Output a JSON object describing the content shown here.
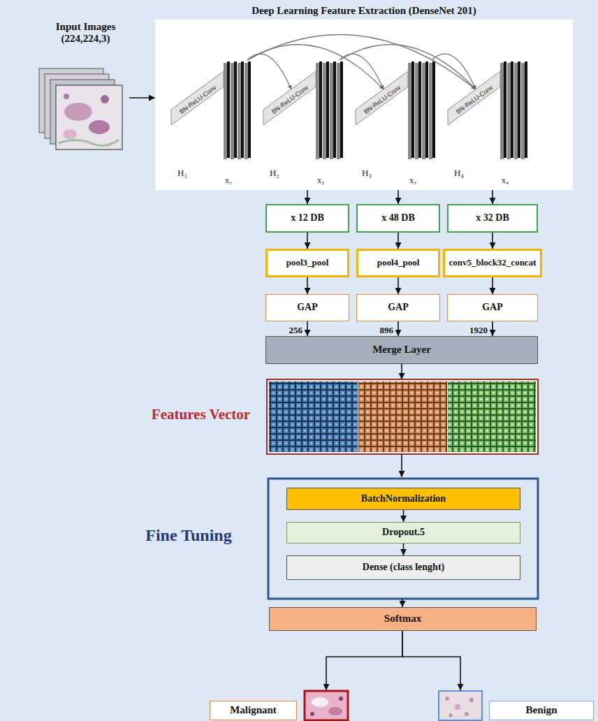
{
  "diagram": {
    "nodes": [
      {
        "text": [
          "Input Images (224,224,3)"
        ]
      },
      {
        "text": [
          "Deep Learning Feature Extraction (DenseNet 201)"
        ]
      },
      {
        "text": [
          "x 12 DB"
        ]
      },
      {
        "text": [
          "x 48 DB"
        ]
      },
      {
        "text": [
          "x 32 DB"
        ]
      },
      {
        "text": [
          "pool3_pool"
        ]
      },
      {
        "text": [
          "pool4_pool"
        ]
      },
      {
        "text": [
          "conv5_block32_concat"
        ]
      },
      {
        "text": [
          "GAP"
        ]
      },
      {
        "text": [
          "GAP"
        ]
      },
      {
        "text": [
          "GAP"
        ]
      },
      {
        "text": [
          "Merge Layer"
        ]
      },
      {
        "text": [
          "Features Vector"
        ]
      },
      {
        "text": [
          "Fine Tuning"
        ]
      },
      {
        "text": [
          "BatchNormalization"
        ],
        "in": 13
      },
      {
        "text": [
          "Dropout.5"
        ],
        "in": 13
      },
      {
        "text": [
          "Dense (class lenght)"
        ],
        "in": 13
      },
      {
        "text": [
          "Softmax"
        ]
      },
      {
        "text": [
          "Malignant"
        ]
      },
      {
        "text": [
          "Benign"
        ]
      }
    ],
    "edges": [
      {
        "from": 0,
        "to": 1,
        "arrow": "to"
      },
      {
        "from": 1,
        "to": 2,
        "arrow": "to"
      },
      {
        "from": 1,
        "to": 3,
        "arrow": "to"
      },
      {
        "from": 1,
        "to": 4,
        "arrow": "to"
      },
      {
        "from": 2,
        "to": 5,
        "arrow": "to"
      },
      {
        "from": 3,
        "to": 6,
        "arrow": "to"
      },
      {
        "from": 4,
        "to": 7,
        "arrow": "to"
      },
      {
        "from": 5,
        "to": 8,
        "arrow": "to"
      },
      {
        "from": 6,
        "to": 9,
        "arrow": "to"
      },
      {
        "from": 7,
        "to": 10,
        "arrow": "to"
      },
      {
        "from": 8,
        "to": 11,
        "label": "256",
        "arrow": "to"
      },
      {
        "from": 9,
        "to": 11,
        "label": "896",
        "arrow": "to"
      },
      {
        "from": 10,
        "to": 11,
        "label": "1920",
        "arrow": "to"
      },
      {
        "from": 11,
        "to": 12,
        "arrow": "to"
      },
      {
        "from": 12,
        "to": 13,
        "arrow": "to"
      },
      {
        "from": 14,
        "to": 15,
        "arrow": "to"
      },
      {
        "from": 15,
        "to": 16,
        "arrow": "to"
      },
      {
        "from": 13,
        "to": 17,
        "arrow": "to"
      },
      {
        "from": 17,
        "to": 18,
        "arrow": "to"
      },
      {
        "from": 17,
        "to": 19,
        "arrow": "to"
      }
    ],
    "labels": [
      "BN-ReLU-Conv",
      "BN-ReLU-Conv",
      "BN-ReLU-Conv",
      "BN-ReLU-Conv",
      "H₁",
      "x₁",
      "H₂",
      "x₂",
      "H₃",
      "x₃",
      "H₄",
      "x₄"
    ]
  }
}
